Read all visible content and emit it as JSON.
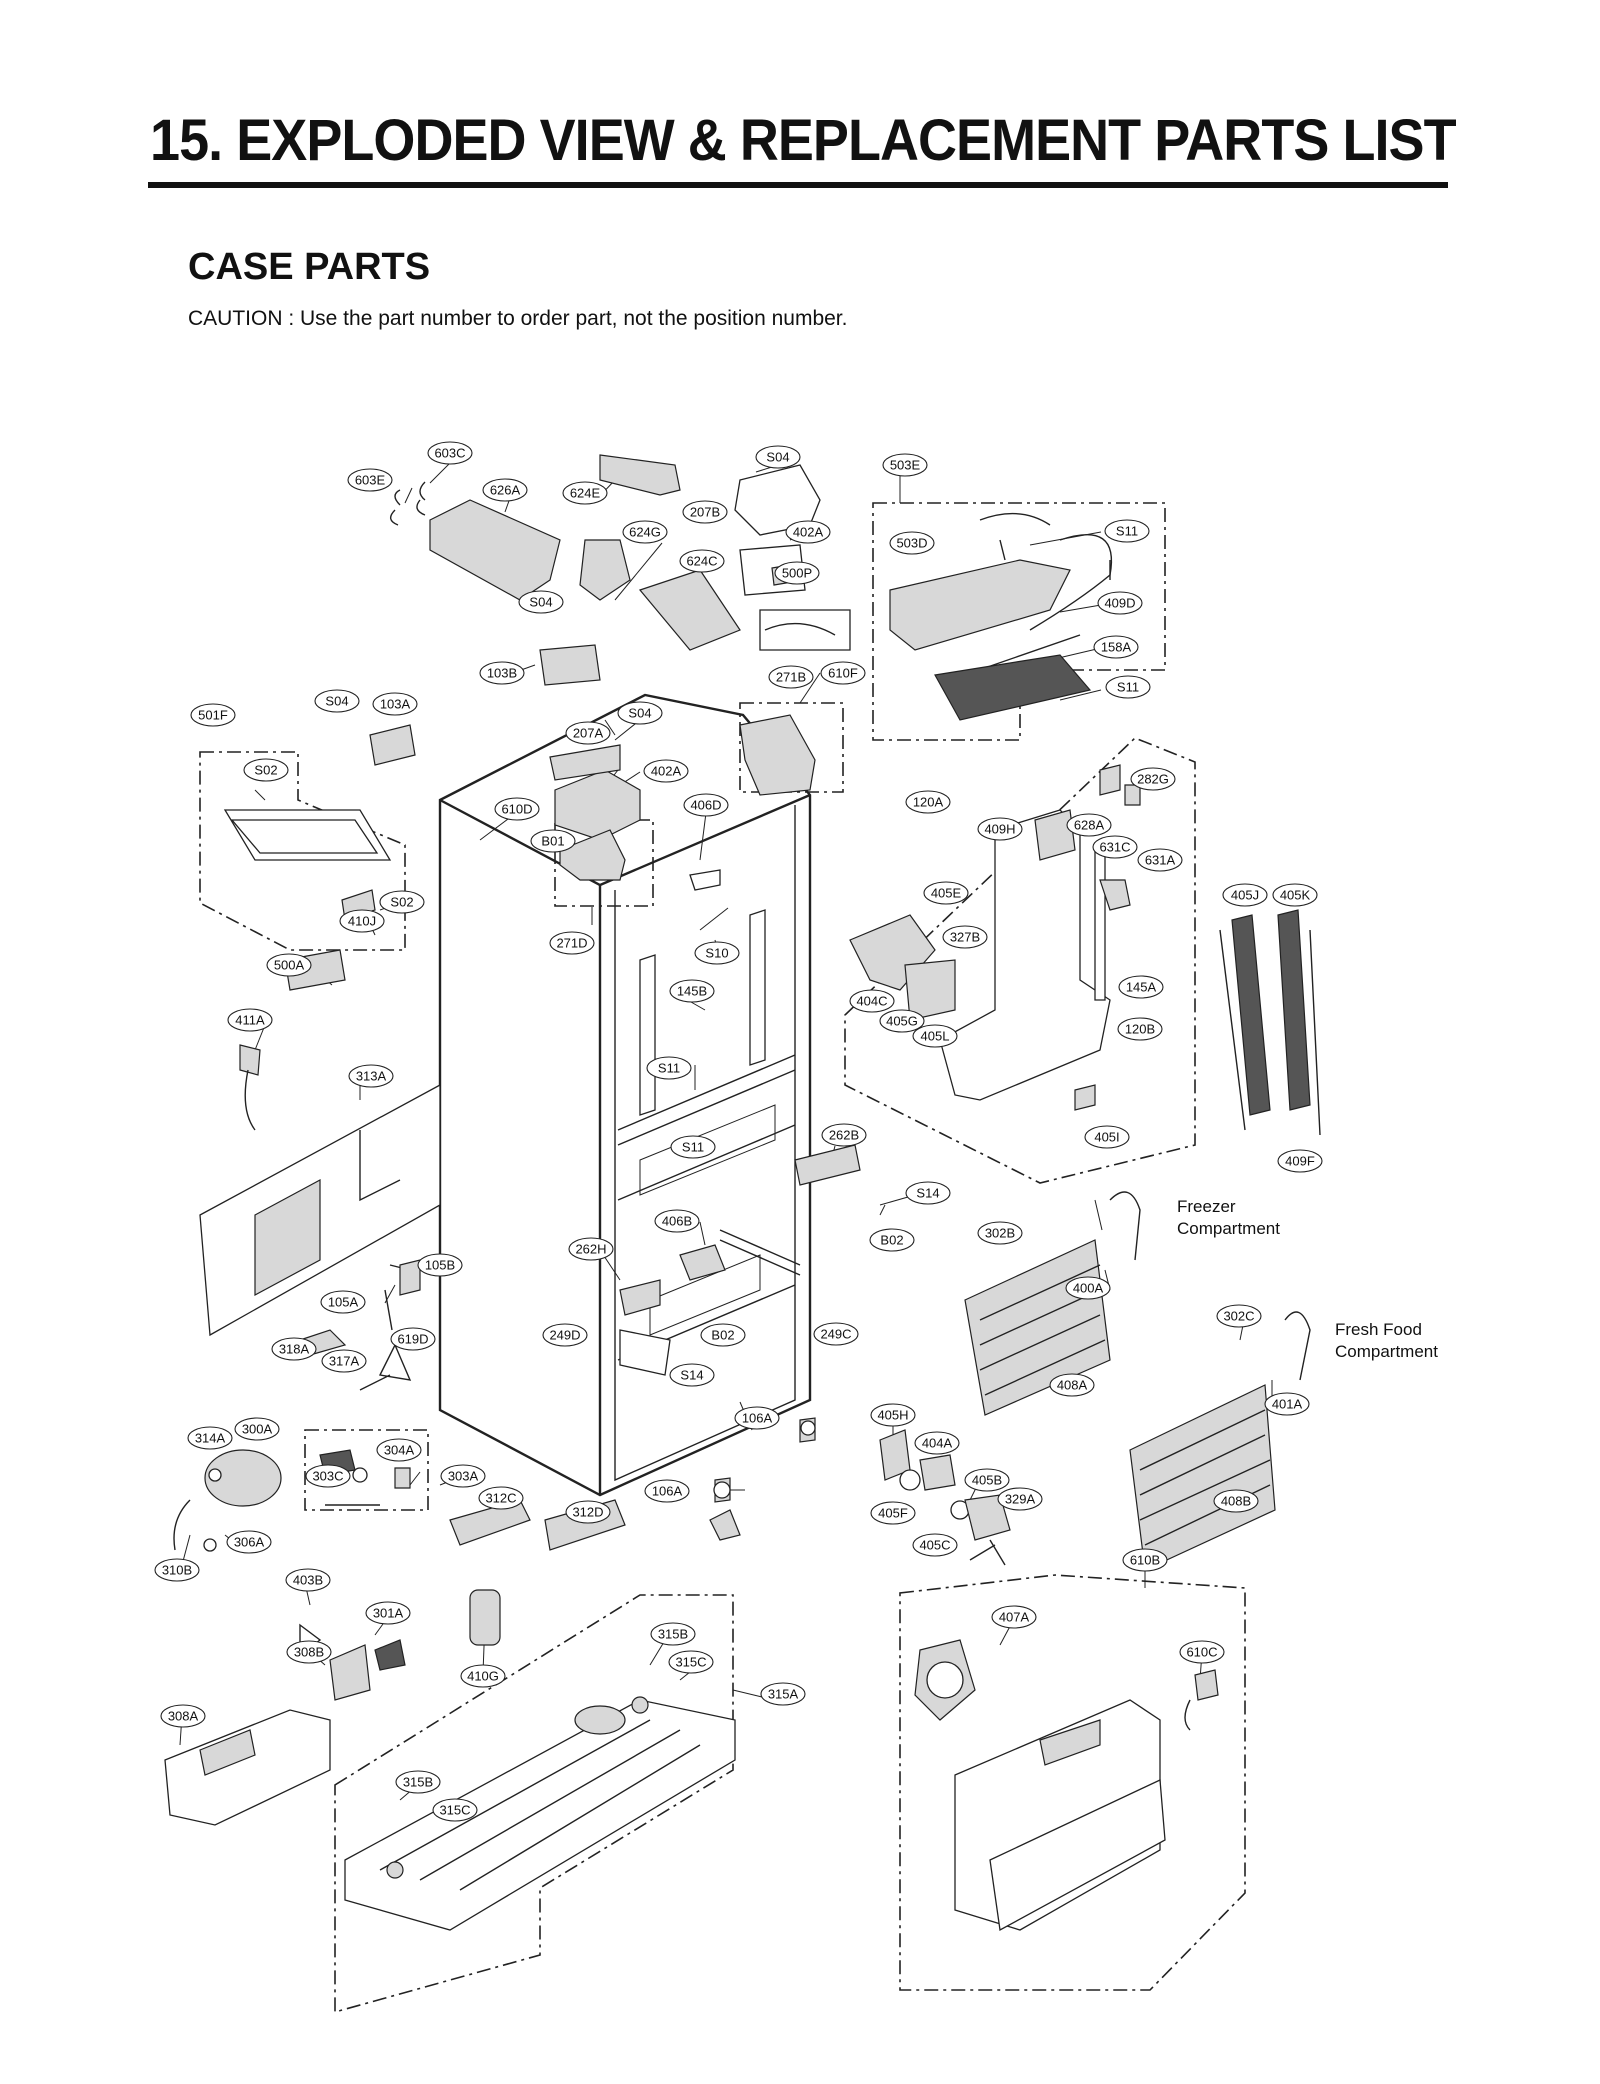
{
  "header": {
    "title": "15. EXPLODED VIEW & REPLACEMENT PARTS LIST",
    "section": "CASE PARTS",
    "caution": "CAUTION : Use the part number to order part, not the position number."
  },
  "notes": {
    "freezer_line1": "Freezer",
    "freezer_line2": "Compartment",
    "fresh_line1": "Fresh Food",
    "fresh_line2": "Compartment"
  },
  "labels": [
    "603C",
    "603E",
    "626A",
    "624E",
    "S04",
    "207B",
    "402A",
    "503E",
    "624G",
    "624C",
    "500P",
    "S11",
    "503D",
    "409D",
    "S04",
    "610F",
    "158A",
    "103B",
    "271B",
    "S11",
    "S04",
    "103A",
    "501F",
    "S04",
    "207A",
    "402A",
    "282G",
    "S02",
    "610D",
    "406D",
    "120A",
    "B01",
    "409H",
    "628A",
    "631C",
    "631A",
    "405K",
    "405J",
    "S02",
    "410J",
    "271D",
    "405E",
    "S10",
    "327B",
    "500A",
    "145B",
    "145A",
    "404C",
    "405G",
    "411A",
    "405L",
    "120B",
    "S11",
    "313A",
    "S11",
    "262B",
    "405I",
    "409F",
    "S14",
    "406B",
    "B02",
    "302B",
    "262H",
    "105B",
    "400A",
    "105A",
    "249D",
    "B02",
    "249C",
    "302C",
    "318A",
    "619D",
    "317A",
    "S14",
    "408A",
    "106A",
    "405H",
    "401A",
    "314A",
    "300A",
    "304A",
    "404A",
    "303C",
    "303A",
    "405B",
    "106A",
    "329A",
    "312C",
    "312D",
    "405F",
    "408B",
    "306A",
    "405C",
    "310B",
    "610B",
    "403B",
    "301A",
    "407A",
    "315B",
    "308B",
    "315C",
    "610C",
    "410G",
    "315A",
    "308A",
    "315B",
    "315C"
  ]
}
